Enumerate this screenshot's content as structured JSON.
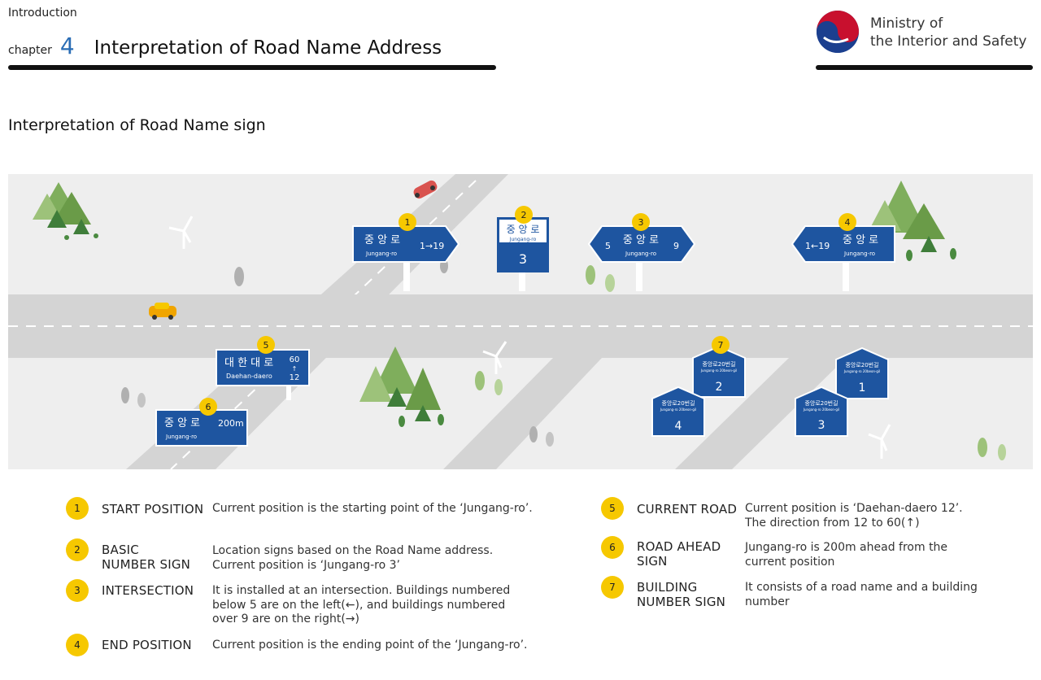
{
  "header": {
    "section": "Introduction",
    "chapter_word": "chapter",
    "chapter_num": "4",
    "chapter_title": "Interpretation of Road Name Address",
    "ministry_line1": "Ministry of",
    "ministry_line2": "the Interior and Safety"
  },
  "section_title": "Interpretation of Road Name sign",
  "colors": {
    "sign_blue": "#1e55a0",
    "marker_yellow": "#f6c800",
    "chapter_blue": "#2a6db5"
  },
  "signs": {
    "s1": {
      "badge": "1",
      "road_ko": "중 앙 로",
      "road_en": "Jungang-ro",
      "range": "1→19"
    },
    "s2": {
      "badge": "2",
      "road_ko": "중 앙 로",
      "road_en": "Jungang-ro",
      "number": "3"
    },
    "s3": {
      "badge": "3",
      "road_ko": "중 앙 로",
      "road_en": "Jungang-ro",
      "left": "5",
      "right": "9"
    },
    "s4": {
      "badge": "4",
      "road_ko": "중 앙 로",
      "road_en": "Jungang-ro",
      "range": "1←19"
    },
    "s5": {
      "badge": "5",
      "road_ko": "대 한 대 로",
      "road_en": "Daehan-daero",
      "top": "60",
      "arrow": "↑",
      "bottom": "12"
    },
    "s6": {
      "badge": "6",
      "road_ko": "중 앙 로",
      "road_en": "Jungang-ro",
      "distance": "200m"
    },
    "s7": {
      "badge": "7",
      "road_ko": "중앙로20번길",
      "road_en": "Jungang-ro 20beon-gil",
      "numbers": [
        "2",
        "1",
        "4",
        "3"
      ]
    }
  },
  "legend": [
    {
      "num": "1",
      "label": "START POSITION",
      "desc": "Current position is the starting point of the ‘Jungang-ro’."
    },
    {
      "num": "2",
      "label": "BASIC\nNUMBER SIGN",
      "desc": "Location signs based on the Road Name address.\nCurrent position is ‘Jungang-ro 3’"
    },
    {
      "num": "3",
      "label": "INTERSECTION",
      "desc": "It is installed at an intersection. Buildings numbered\nbelow 5 are on the left(←), and buildings numbered\nover 9 are on the right(→)"
    },
    {
      "num": "4",
      "label": "END POSITION",
      "desc": "Current position is the ending point of the ‘Jungang-ro’."
    },
    {
      "num": "5",
      "label": "CURRENT ROAD",
      "desc": "Current position is ‘Daehan-daero 12’.\nThe direction from 12 to 60(↑)"
    },
    {
      "num": "6",
      "label": "ROAD AHEAD\nSIGN",
      "desc": "Jungang-ro is 200m ahead from the\ncurrent position"
    },
    {
      "num": "7",
      "label": "BUILDING\nNUMBER SIGN",
      "desc": "It consists of a road name and a building\nnumber"
    }
  ]
}
